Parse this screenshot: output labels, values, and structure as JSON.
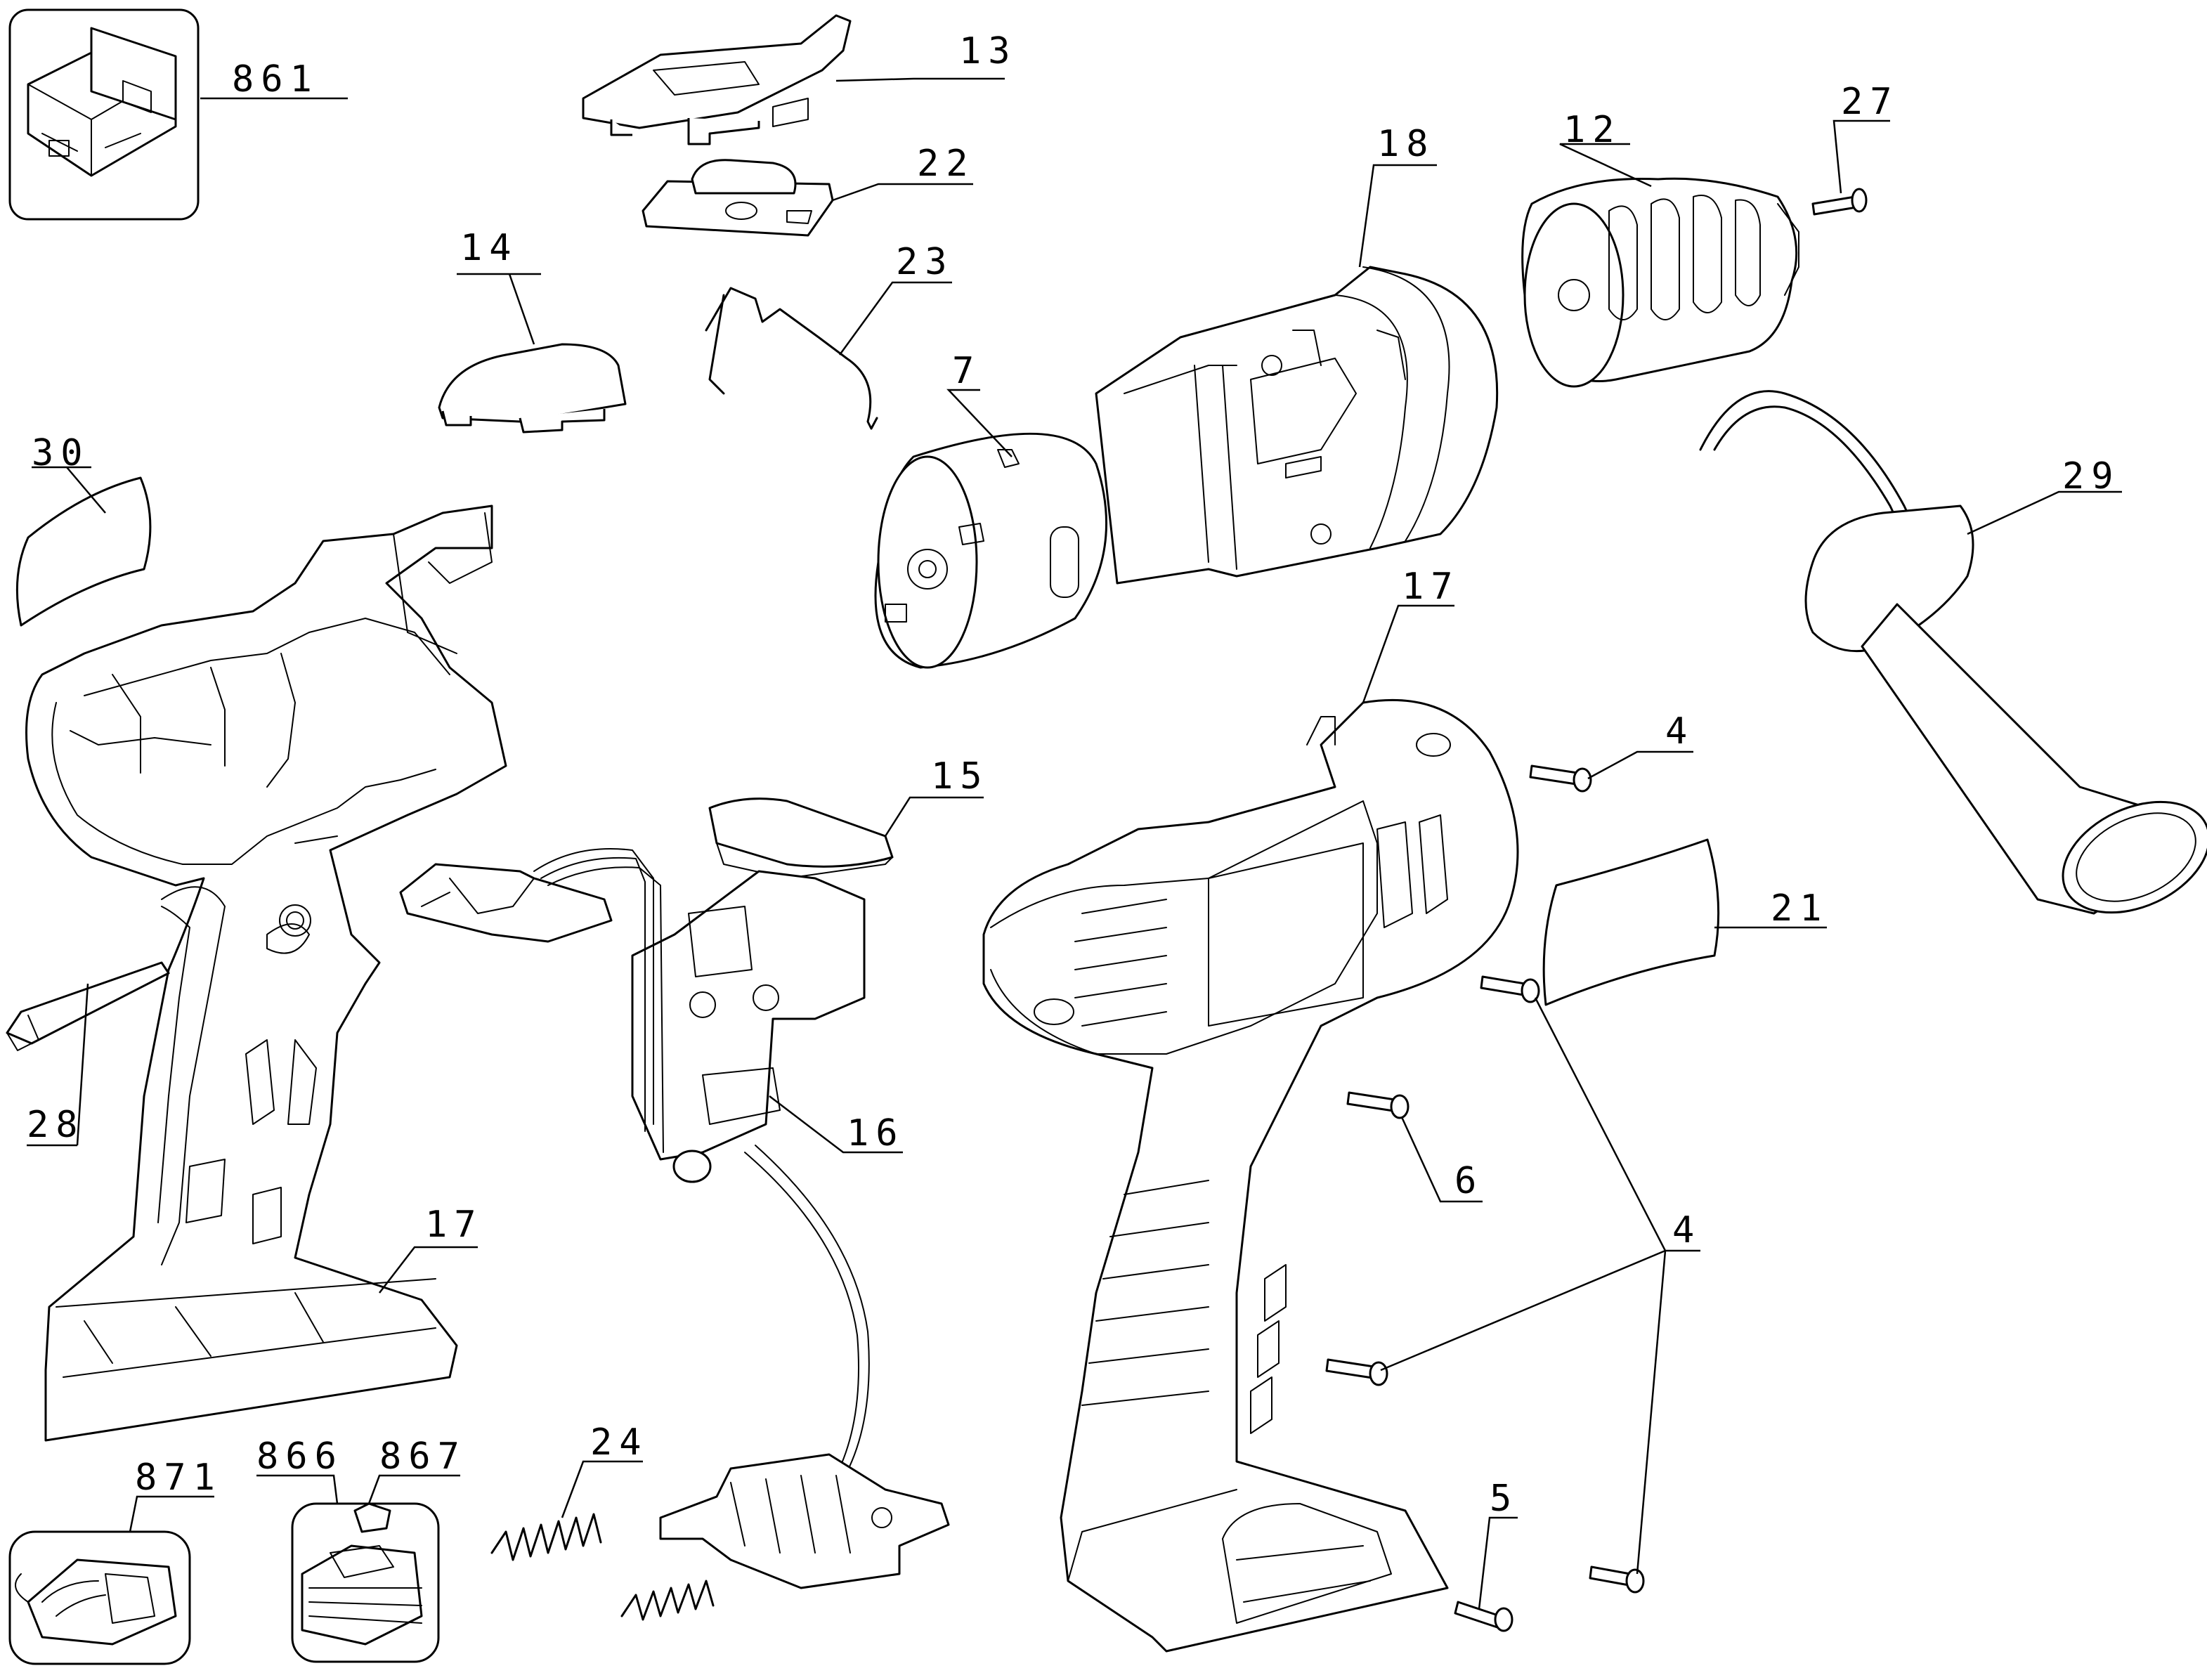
{
  "diagram": {
    "type": "exploded-parts-view",
    "callouts": [
      {
        "id": "861",
        "text": "861"
      },
      {
        "id": "13",
        "text": "13"
      },
      {
        "id": "22",
        "text": "22"
      },
      {
        "id": "23",
        "text": "23"
      },
      {
        "id": "14",
        "text": "14"
      },
      {
        "id": "18",
        "text": "18"
      },
      {
        "id": "12",
        "text": "12"
      },
      {
        "id": "27",
        "text": "27"
      },
      {
        "id": "30",
        "text": "30"
      },
      {
        "id": "7",
        "text": "7"
      },
      {
        "id": "29",
        "text": "29"
      },
      {
        "id": "17a",
        "text": "17"
      },
      {
        "id": "4a",
        "text": "4"
      },
      {
        "id": "15",
        "text": "15"
      },
      {
        "id": "21",
        "text": "21"
      },
      {
        "id": "28",
        "text": "28"
      },
      {
        "id": "16",
        "text": "16"
      },
      {
        "id": "6",
        "text": "6"
      },
      {
        "id": "4b",
        "text": "4"
      },
      {
        "id": "17b",
        "text": "17"
      },
      {
        "id": "24",
        "text": "24"
      },
      {
        "id": "866",
        "text": "866"
      },
      {
        "id": "867",
        "text": "867"
      },
      {
        "id": "871",
        "text": "871"
      },
      {
        "id": "5",
        "text": "5"
      }
    ]
  }
}
